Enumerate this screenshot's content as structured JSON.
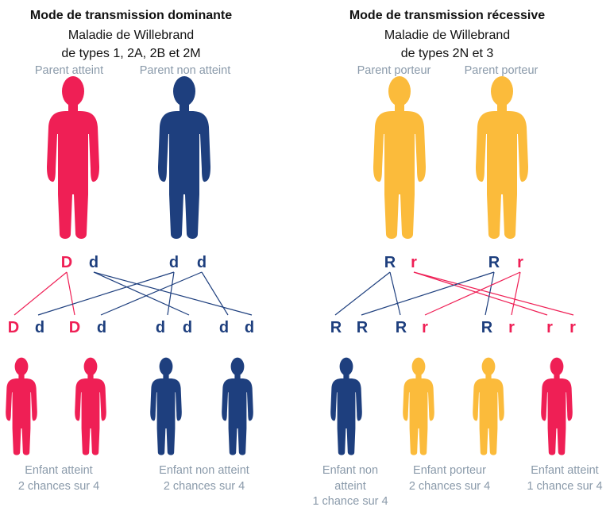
{
  "colors": {
    "affected": "#ef1f55",
    "unaffected": "#1e3f7e",
    "carrier": "#fbbb3b",
    "label_gray": "#8a9aaa"
  },
  "dominant": {
    "title": "Mode de transmission dominante",
    "subtitle_1": "Maladie de Willebrand",
    "subtitle_2": "de types 1, 2A, 2B et 2M",
    "parent_1_label": "Parent atteint",
    "parent_2_label": "Parent non atteint",
    "parent_1_alleles": [
      "D",
      "d"
    ],
    "parent_2_alleles": [
      "d",
      "d"
    ],
    "offspring_alleles": [
      "D",
      "d",
      "D",
      "d",
      "d",
      "d",
      "d",
      "d"
    ],
    "group_1_label_1": "Enfant atteint",
    "group_1_label_2": "2 chances sur 4",
    "group_2_label_1": "Enfant non atteint",
    "group_2_label_2": "2 chances sur 4"
  },
  "recessive": {
    "title": "Mode de transmission récessive",
    "subtitle_1": "Maladie de Willebrand",
    "subtitle_2": "de types 2N et 3",
    "parent_1_label": "Parent porteur",
    "parent_2_label": "Parent porteur",
    "parent_1_alleles": [
      "R",
      "r"
    ],
    "parent_2_alleles": [
      "R",
      "r"
    ],
    "offspring_alleles": [
      "R",
      "R",
      "R",
      "r",
      "R",
      "r",
      "r",
      "r"
    ],
    "group_1_label_1": "Enfant non",
    "group_1_label_2": "atteint",
    "group_1_label_3": "1 chance sur 4",
    "group_2_label_1": "Enfant porteur",
    "group_2_label_2": "2 chances sur 4",
    "group_3_label_1": "Enfant atteint",
    "group_3_label_2": "1 chance sur 4"
  }
}
